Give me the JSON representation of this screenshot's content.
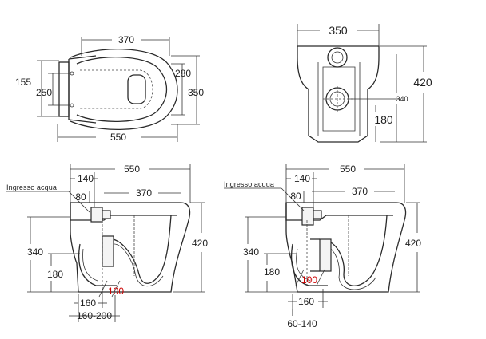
{
  "top_view": {
    "dim_length": "370",
    "dim_total": "550",
    "dim_left_a": "155",
    "dim_left_b": "250",
    "dim_right_a": "280",
    "dim_right_b": "350"
  },
  "front_view": {
    "dim_width": "350",
    "dim_height": "420",
    "dim_outlet": "340",
    "dim_low": "180"
  },
  "side_view_a": {
    "inlet_label": "Ingresso acqua",
    "dim_total": "550",
    "dim_inlet": "140",
    "dim_small": "80",
    "dim_bowl": "370",
    "dim_height": "420",
    "dim_outlet_height": "340",
    "dim_low": "180",
    "dim_outlet_dia": "100",
    "dim_wall": "160",
    "dim_wall_range": "160-200"
  },
  "side_view_b": {
    "inlet_label": "Ingresso acqua",
    "dim_total": "550",
    "dim_inlet": "140",
    "dim_small": "80",
    "dim_bowl": "370",
    "dim_height": "420",
    "dim_outlet_height": "340",
    "dim_low": "180",
    "dim_outlet_dia": "100",
    "dim_wall": "160",
    "dim_wall_range": "60-140"
  },
  "colors": {
    "line": "#2a2a2a",
    "highlight": "#cc0000"
  }
}
